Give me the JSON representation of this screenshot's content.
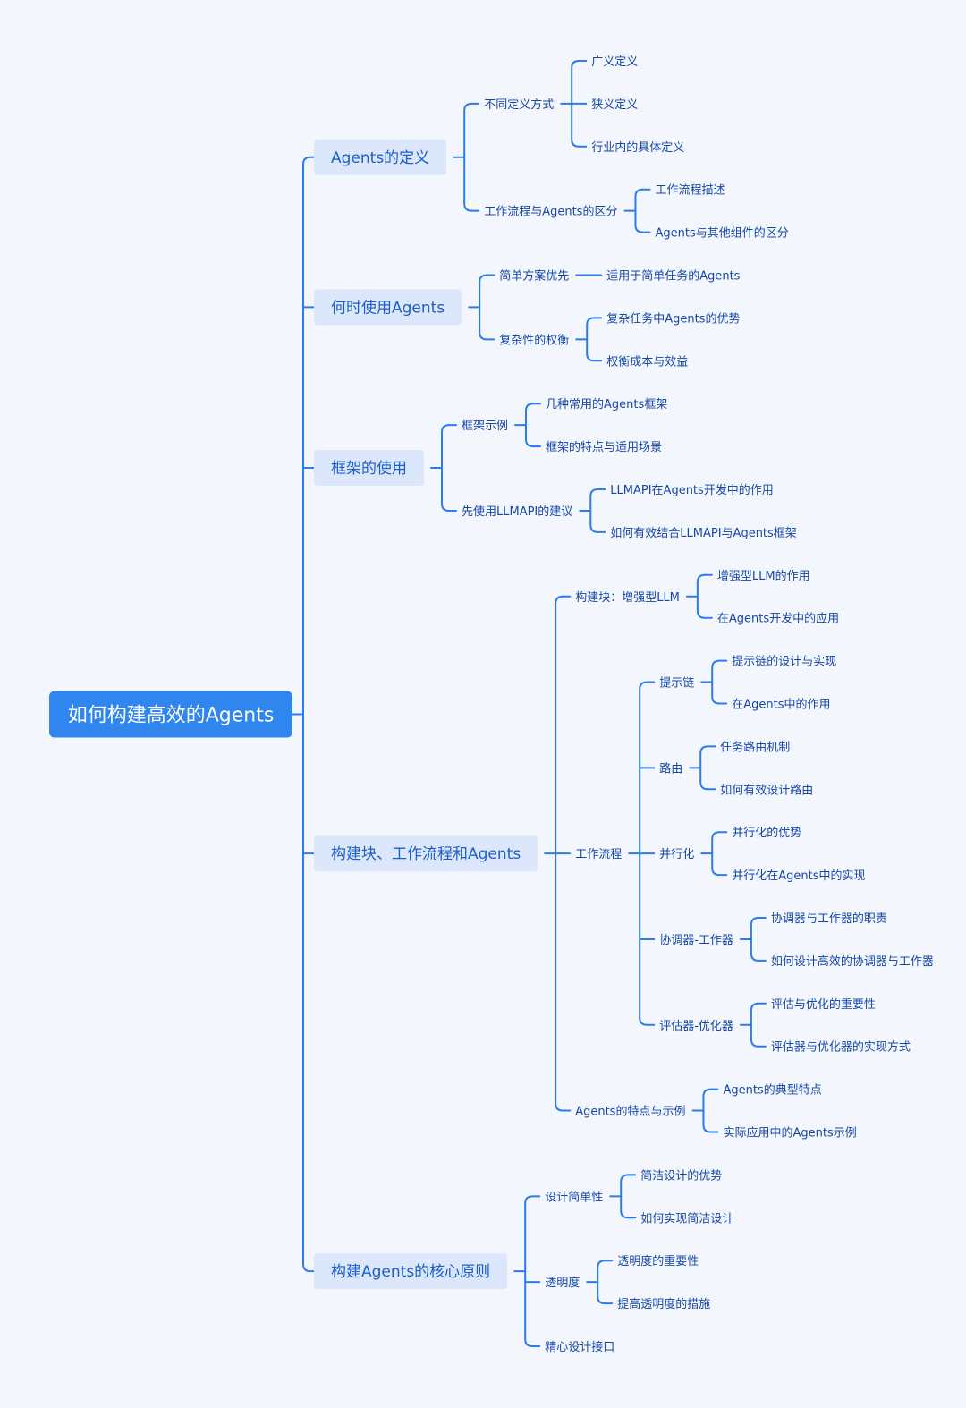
{
  "root": {
    "label": "如何构建高效的Agents",
    "children": [
      {
        "label": "Agents的定义",
        "children": [
          {
            "label": "不同定义方式",
            "children": [
              {
                "label": "广义定义"
              },
              {
                "label": "狭义定义"
              },
              {
                "label": "行业内的具体定义"
              }
            ]
          },
          {
            "label": "工作流程与Agents的区分",
            "children": [
              {
                "label": "工作流程描述"
              },
              {
                "label": "Agents与其他组件的区分"
              }
            ]
          }
        ]
      },
      {
        "label": "何时使用Agents",
        "children": [
          {
            "label": "简单方案优先",
            "children": [
              {
                "label": "适用于简单任务的Agents"
              }
            ]
          },
          {
            "label": "复杂性的权衡",
            "children": [
              {
                "label": "复杂任务中Agents的优势"
              },
              {
                "label": "权衡成本与效益"
              }
            ]
          }
        ]
      },
      {
        "label": "框架的使用",
        "children": [
          {
            "label": "框架示例",
            "children": [
              {
                "label": "几种常用的Agents框架"
              },
              {
                "label": "框架的特点与适用场景"
              }
            ]
          },
          {
            "label": "先使用LLMAPI的建议",
            "children": [
              {
                "label": "LLMAPI在Agents开发中的作用"
              },
              {
                "label": "如何有效结合LLMAPI与Agents框架"
              }
            ]
          }
        ]
      },
      {
        "label": "构建块、工作流程和Agents",
        "children": [
          {
            "label": "构建块：增强型LLM",
            "children": [
              {
                "label": "增强型LLM的作用"
              },
              {
                "label": "在Agents开发中的应用"
              }
            ]
          },
          {
            "label": "工作流程",
            "children": [
              {
                "label": "提示链",
                "children": [
                  {
                    "label": "提示链的设计与实现"
                  },
                  {
                    "label": "在Agents中的作用"
                  }
                ]
              },
              {
                "label": "路由",
                "children": [
                  {
                    "label": "任务路由机制"
                  },
                  {
                    "label": "如何有效设计路由"
                  }
                ]
              },
              {
                "label": "并行化",
                "children": [
                  {
                    "label": "并行化的优势"
                  },
                  {
                    "label": "并行化在Agents中的实现"
                  }
                ]
              },
              {
                "label": "协调器-工作器",
                "children": [
                  {
                    "label": "协调器与工作器的职责"
                  },
                  {
                    "label": "如何设计高效的协调器与工作器"
                  }
                ]
              },
              {
                "label": "评估器-优化器",
                "children": [
                  {
                    "label": "评估与优化的重要性"
                  },
                  {
                    "label": "评估器与优化器的实现方式"
                  }
                ]
              }
            ]
          },
          {
            "label": "Agents的特点与示例",
            "children": [
              {
                "label": "Agents的典型特点"
              },
              {
                "label": "实际应用中的Agents示例"
              }
            ]
          }
        ]
      },
      {
        "label": "构建Agents的核心原则",
        "children": [
          {
            "label": "设计简单性",
            "children": [
              {
                "label": "简洁设计的优势"
              },
              {
                "label": "如何实现简洁设计"
              }
            ]
          },
          {
            "label": "透明度",
            "children": [
              {
                "label": "透明度的重要性"
              },
              {
                "label": "提高透明度的措施"
              }
            ]
          },
          {
            "label": "精心设计接口"
          }
        ]
      }
    ]
  }
}
